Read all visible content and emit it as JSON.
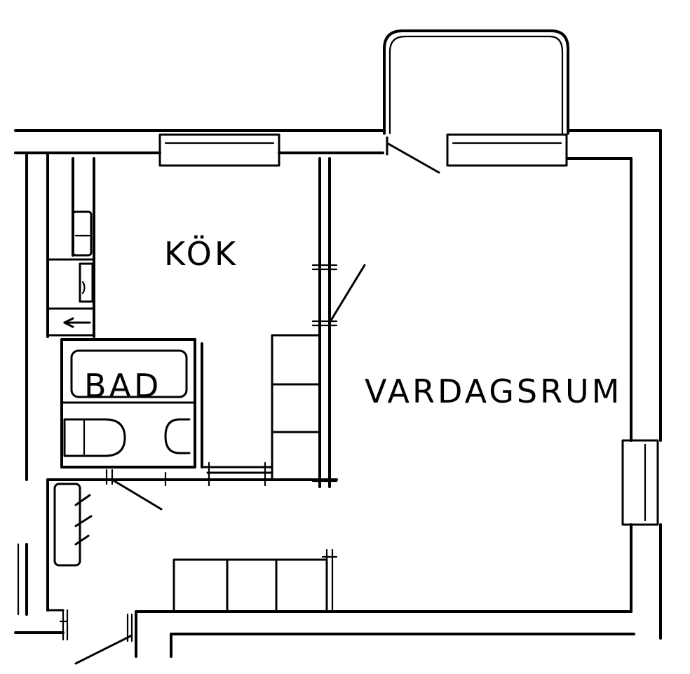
{
  "rooms": {
    "kitchen": "KÖK",
    "bathroom": "BAD",
    "living_room": "VARDAGSRUM"
  },
  "colors": {
    "ink": "#000000",
    "paper": "#ffffff"
  }
}
